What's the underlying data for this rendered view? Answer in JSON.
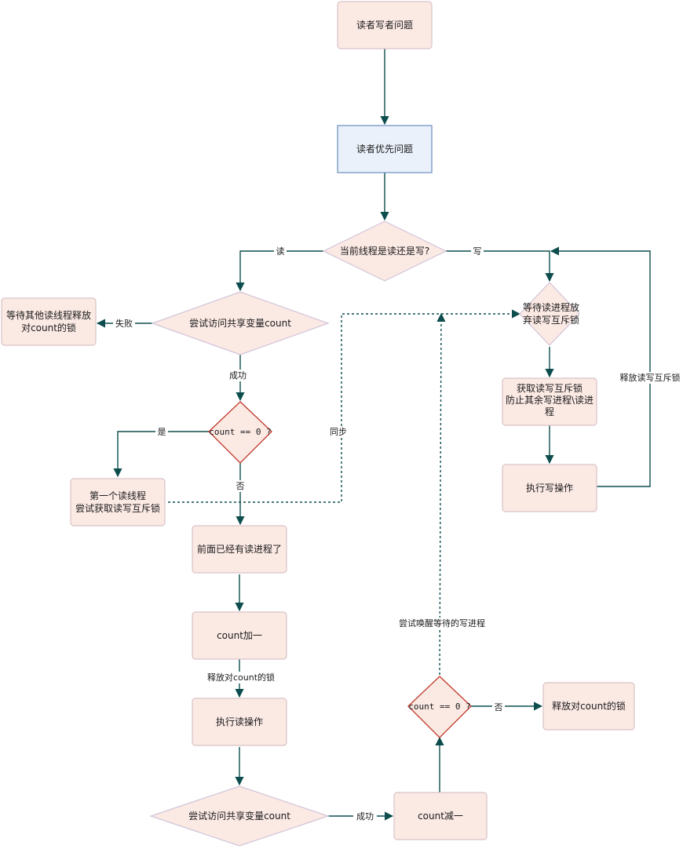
{
  "nodes": {
    "title": "读者写者问题",
    "reader_priority": "读者优先问题",
    "decision_rw": "当前线程是读还是写?",
    "try_access_1": "尝试访问共享变量count",
    "wait_release": [
      "等待其他读线程释放",
      "对count的锁"
    ],
    "count_zero_1": "count == 0 ?",
    "first_reader": [
      "第一个读线程",
      "尝试获取读写互斥锁"
    ],
    "already_reading": "前面已经有读进程了",
    "count_inc": "count加一",
    "do_read": "执行读操作",
    "try_access_2": "尝试访问共享变量count",
    "count_dec": "count减一",
    "count_zero_2": "count == 0 ?",
    "release_count": "释放对count的锁",
    "wait_reader_release": [
      "等待读进程放",
      "弃读写互斥锁"
    ],
    "get_mutex": [
      "获取读写互斥锁",
      "防止其余写进程\\读进",
      "程"
    ],
    "do_write": "执行写操作"
  },
  "edge_labels": {
    "read": "读",
    "write": "写",
    "fail": "失败",
    "success_1": "成功",
    "yes": "是",
    "no_1": "否",
    "sync": "同步",
    "release_count_lock": "释放对count的锁",
    "success_2": "成功",
    "no_2": "否",
    "wake_writer": "尝试唤醒等待的写进程",
    "release_rw_lock": "释放读写互斥锁"
  },
  "colors": {
    "box_fill": "#fbe9e4",
    "highlight_fill": "#eaf1fb",
    "highlight_stroke": "#6c8ebf",
    "decision_stroke": "#c0392b",
    "edge": "#0d4d4d"
  }
}
